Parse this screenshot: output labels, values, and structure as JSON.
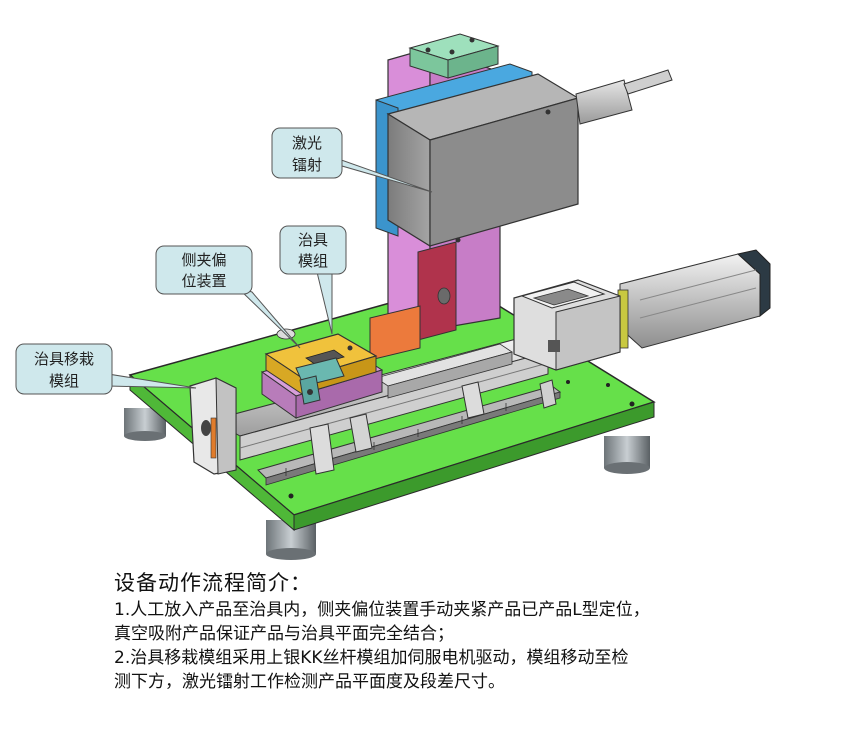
{
  "callouts": {
    "laser": [
      "激光",
      "镭射"
    ],
    "fixture": [
      "治具",
      "模组"
    ],
    "side_clamp": [
      "侧夹偏",
      "位装置"
    ],
    "transfer": [
      "治具移栽",
      "模组"
    ]
  },
  "description": {
    "title": "设备动作流程简介：",
    "lines": [
      "1.人工放入产品至治具内，侧夹偏位装置手动夹紧产品已产品L型定位，",
      "真空吸附产品保证产品与治具平面完全结合；",
      "2.治具移栽模组采用上银KK丝杆模组加伺服电机驱动，模组移动至检",
      "测下方，激光镭射工作检测产品平面度及段差尺寸。"
    ]
  },
  "colors": {
    "base_plate": "#66e04a",
    "laser_body": "#8c8c8c",
    "column": "#d98ed9",
    "fixture": "#f0c23c",
    "callout_fill": "#cfe8ec",
    "bracket": "#80c8c0"
  }
}
